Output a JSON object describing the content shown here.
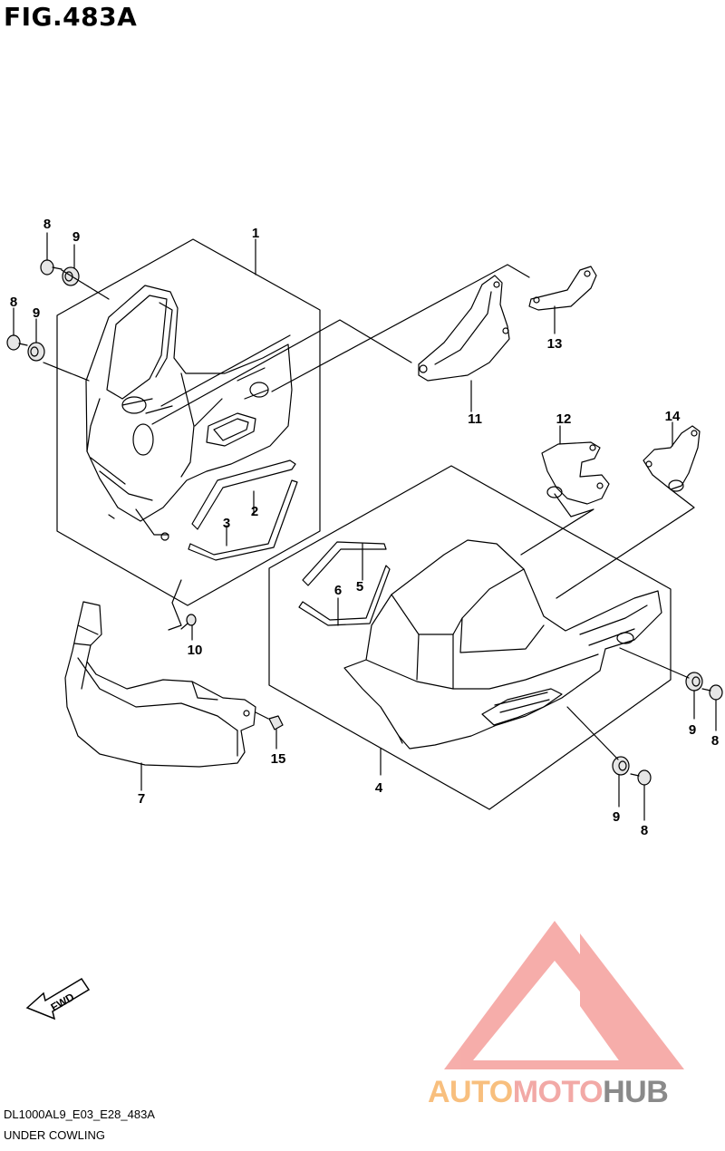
{
  "figure": {
    "title": "FIG.483A"
  },
  "footer": {
    "model_code": "DL1000AL9_E03_E28_483A",
    "section_name": "UNDER COWLING"
  },
  "direction": {
    "label": "FWD"
  },
  "callouts": [
    {
      "id": "c1",
      "label": "1"
    },
    {
      "id": "c2",
      "label": "2"
    },
    {
      "id": "c3",
      "label": "3"
    },
    {
      "id": "c4",
      "label": "4"
    },
    {
      "id": "c5",
      "label": "5"
    },
    {
      "id": "c6",
      "label": "6"
    },
    {
      "id": "c7",
      "label": "7"
    },
    {
      "id": "c8a",
      "label": "8"
    },
    {
      "id": "c8b",
      "label": "8"
    },
    {
      "id": "c8c",
      "label": "8"
    },
    {
      "id": "c8d",
      "label": "8"
    },
    {
      "id": "c9a",
      "label": "9"
    },
    {
      "id": "c9b",
      "label": "9"
    },
    {
      "id": "c9c",
      "label": "9"
    },
    {
      "id": "c9d",
      "label": "9"
    },
    {
      "id": "c10",
      "label": "10"
    },
    {
      "id": "c11",
      "label": "11"
    },
    {
      "id": "c12",
      "label": "12"
    },
    {
      "id": "c13",
      "label": "13"
    },
    {
      "id": "c14",
      "label": "14"
    },
    {
      "id": "c15",
      "label": "15"
    }
  ],
  "watermark": {
    "part_a": "AUTO",
    "part_b": "MOTO",
    "part_c": "HUB",
    "colors": [
      "#f8bf7e",
      "#f2a9a6",
      "#8a8a8a"
    ]
  }
}
